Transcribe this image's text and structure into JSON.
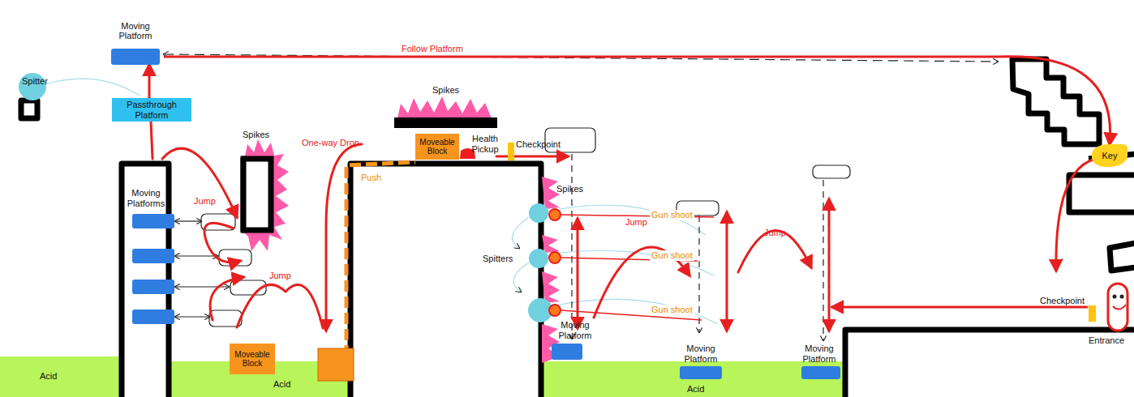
{
  "diagram": {
    "nodes": [
      {
        "text": [
          "Moving Platform"
        ]
      },
      {
        "text": [
          "Passthrough Platform"
        ]
      },
      {
        "text": [
          "Moveable Block"
        ]
      },
      {
        "text": [
          "Key"
        ]
      },
      {
        "text": [
          "Moveable Block"
        ]
      }
    ],
    "edges": [
      {
        "from": 0,
        "to": 3,
        "label": "Follow Platform",
        "arrow": "to"
      },
      {
        "from": 1,
        "to": 0,
        "arrow": "to"
      }
    ],
    "labels": [
      "Spitter",
      "Moving Platforms",
      "Jump",
      "Spikes",
      "Jump",
      "One-way Drop",
      "Spikes",
      "Push",
      "Health Pickup",
      "Checkpoint",
      "Spikes",
      "Jump",
      "Gun shoot",
      "Gun shoot",
      "Spitters",
      "Gun shoot",
      "Jump",
      "Moving Platform",
      "Moving Platform",
      "Moving Platform",
      "Checkpoint",
      "Entrance",
      "Acid",
      "Acid",
      "Acid"
    ]
  }
}
